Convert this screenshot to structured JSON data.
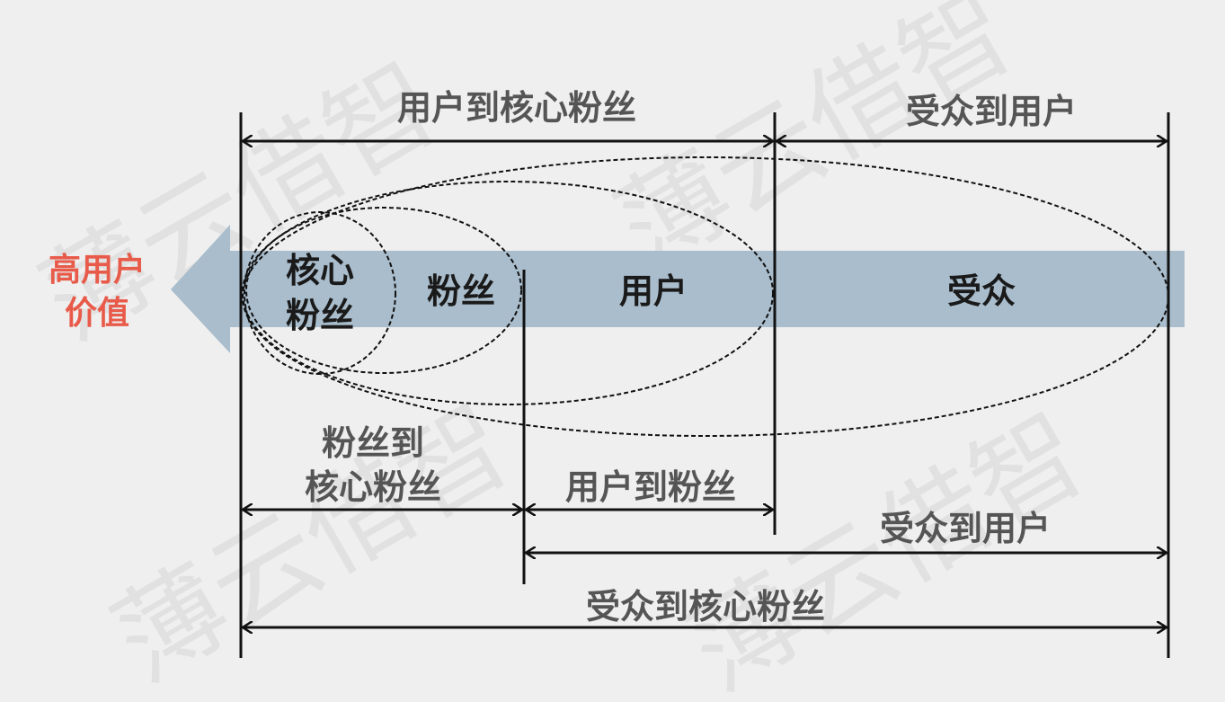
{
  "value_label": {
    "line1": "高用户",
    "line2": "价值"
  },
  "segments": {
    "core_fans": {
      "line1": "核心",
      "line2": "粉丝"
    },
    "fans": "粉丝",
    "users": "用户",
    "audience": "受众"
  },
  "spans": {
    "users_to_core_fans": "用户到核心粉丝",
    "audience_to_users_top": "受众到用户",
    "fans_to_core_fans": {
      "line1": "粉丝到",
      "line2": "核心粉丝"
    },
    "users_to_fans": "用户到粉丝",
    "audience_to_users_bottom": "受众到用户",
    "audience_to_core_fans": "受众到核心粉丝"
  },
  "watermark": "薄云借智",
  "colors": {
    "band": "#a9bdcc",
    "value_text": "#e85b4a",
    "span_text": "#555555",
    "background": "#efefef"
  }
}
